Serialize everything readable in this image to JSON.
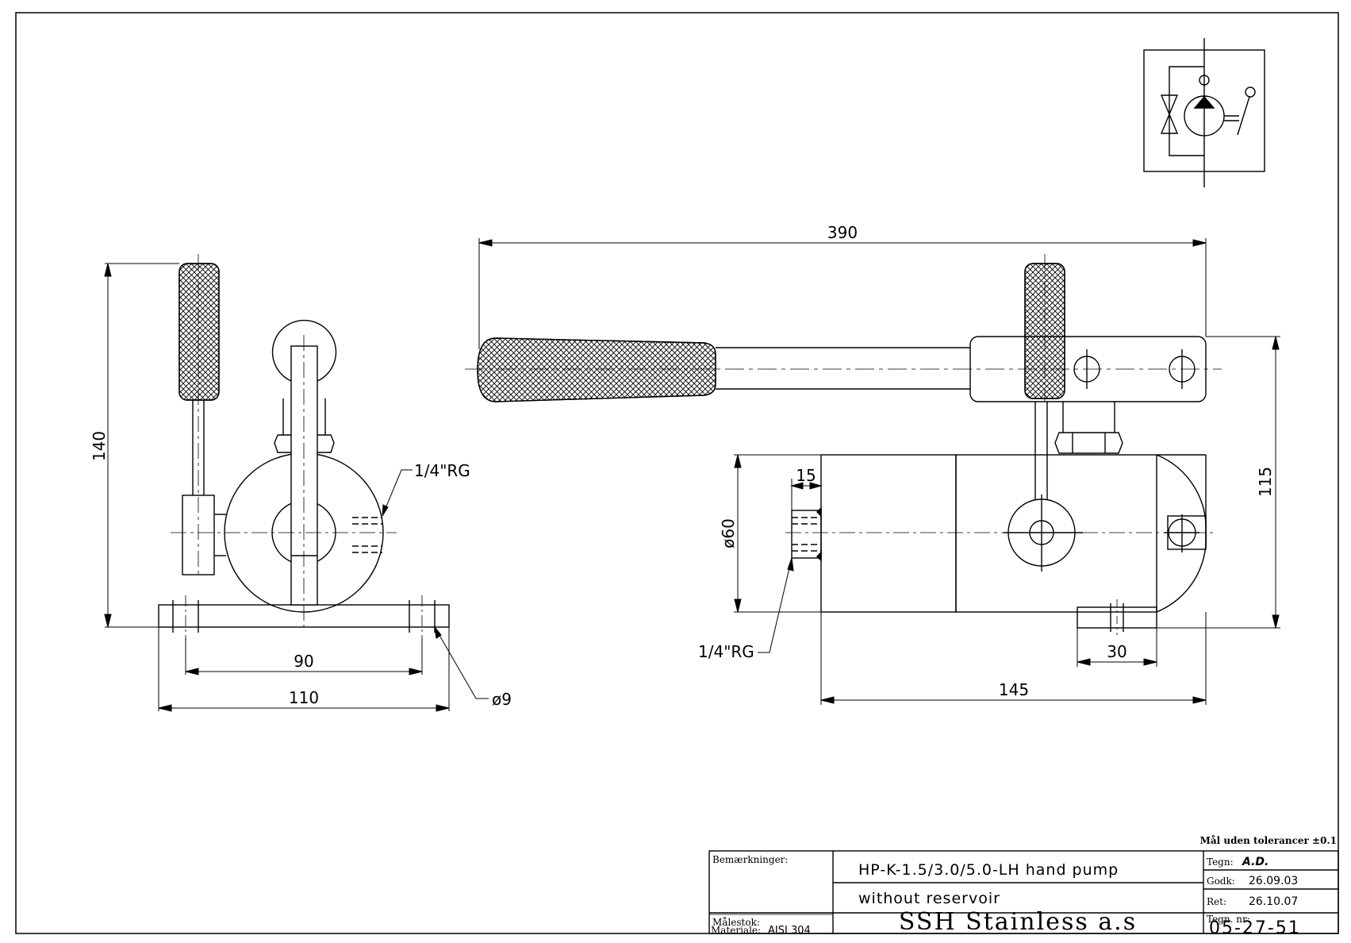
{
  "dimensions": {
    "d140": "140",
    "d90": "90",
    "d110": "110",
    "d390": "390",
    "d115": "115",
    "d145": "145",
    "d30": "30",
    "d15": "15",
    "d60": "ø60",
    "d9": "ø9",
    "rg_side": "1/4\"RG",
    "rg_front": "1/4\"RG"
  },
  "title_block": {
    "tolerance_note": "Mål uden tolerancer ±0.1",
    "remarks_label": "Bemærkninger:",
    "scale_label": "Målestok:",
    "material_label": "Materiale:",
    "material_value": "AISI 304",
    "title_line1": "HP-K-1.5/3.0/5.0-LH hand pump",
    "title_line2": "without reservoir",
    "company": "SSH Stainless a.s",
    "drawn_label": "Tegn:",
    "drawn_value": "A.D.",
    "approved_label": "Godk:",
    "approved_value": "26.09.03",
    "revised_label": "Ret:",
    "revised_value": "26.10.07",
    "drawing_no_label": "Tegn. nr:",
    "drawing_no_value": "05-27-51"
  }
}
